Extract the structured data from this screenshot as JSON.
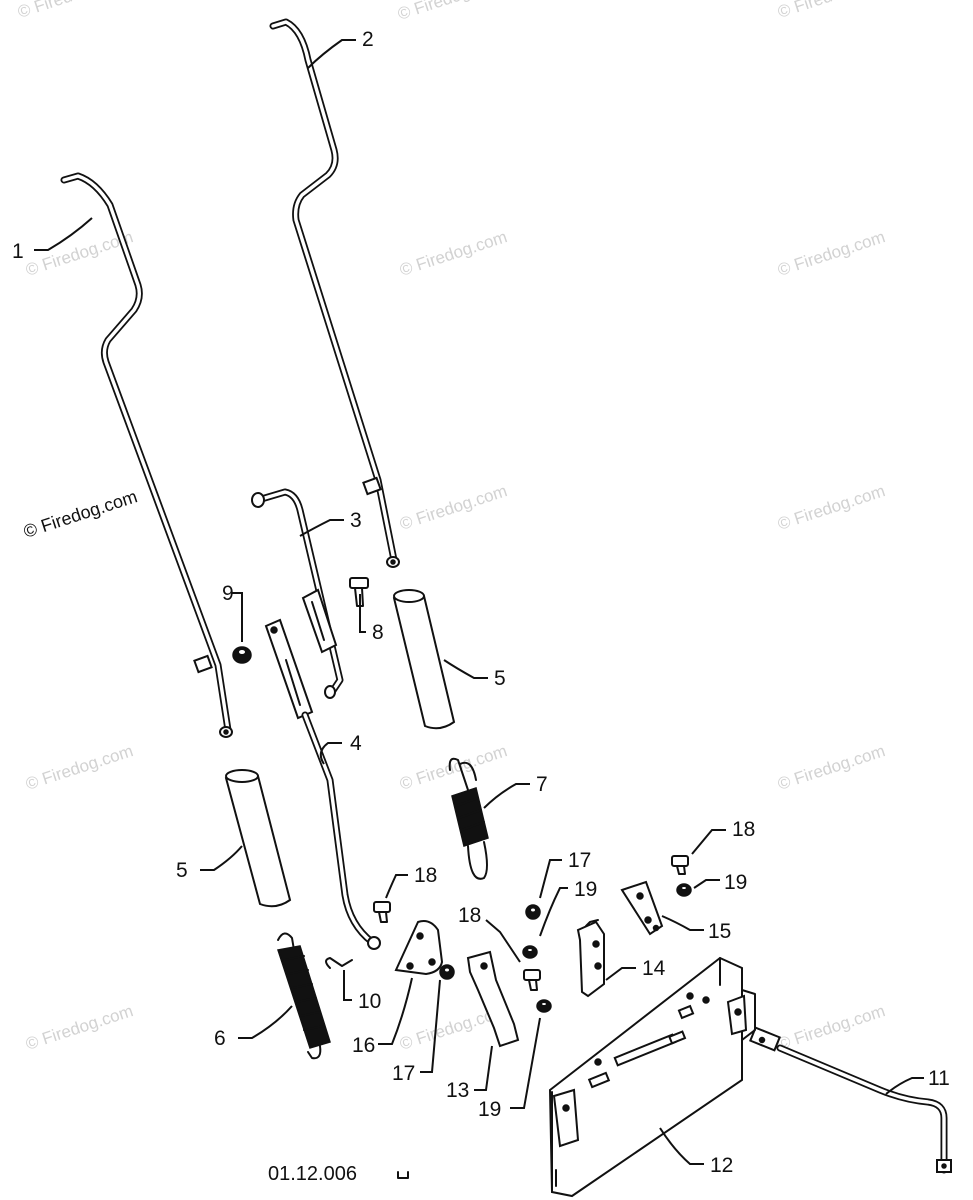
{
  "watermark": "© Firedog.com",
  "drawing_code": "01.12.006",
  "callouts": {
    "c1": "1",
    "c2": "2",
    "c3": "3",
    "c4": "4",
    "c5a": "5",
    "c5b": "5",
    "c6": "6",
    "c7": "7",
    "c8": "8",
    "c9": "9",
    "c10": "10",
    "c11": "11",
    "c12": "12",
    "c13": "13",
    "c14": "14",
    "c15": "15",
    "c16": "16",
    "c17a": "17",
    "c17b": "17",
    "c18a": "18",
    "c18b": "18",
    "c18c": "18",
    "c19a": "19",
    "c19b": "19",
    "c19c": "19"
  }
}
